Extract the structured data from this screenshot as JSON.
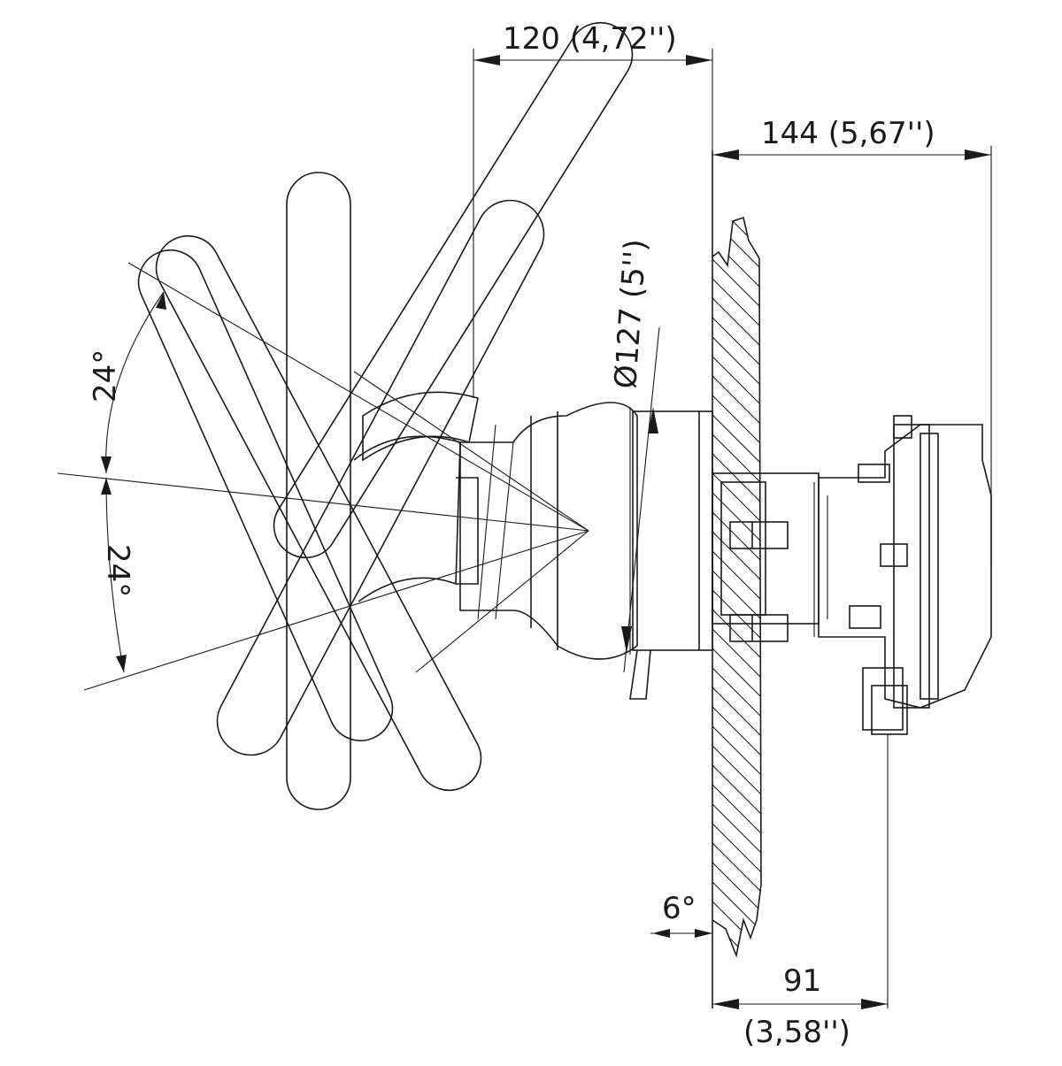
{
  "drawing": {
    "title": "",
    "dimensions": {
      "depth_total": "120 (4,72'')",
      "rear_depth": "144 (5,67'')",
      "wheel_diameter": "Ø127 (5'')",
      "tilt_up": "24°",
      "tilt_down": "24°",
      "dash_angle": "6°",
      "hub_depth_mm": "91",
      "hub_depth_in": "(3,58'')"
    },
    "colors": {
      "line": "#1a1a1a",
      "background": "#ffffff"
    }
  }
}
